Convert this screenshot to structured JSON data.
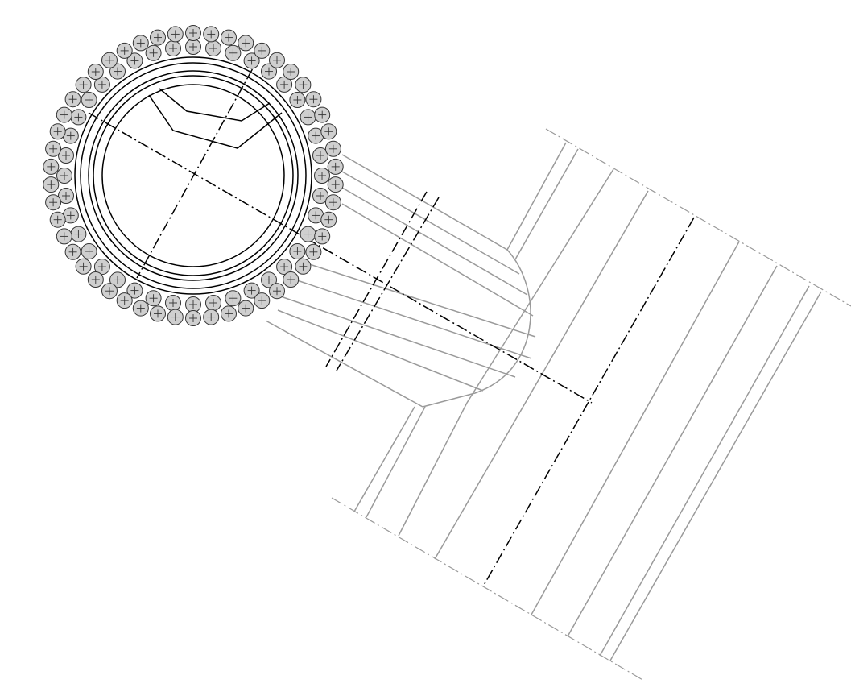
{
  "drawing": {
    "subject": "pipe-branch-connection-technical-drawing",
    "colors": {
      "background": "#ffffff",
      "pipe_edges": "#9a9a9a",
      "pipe_section_lines": "#000000",
      "centerline": "#000000",
      "bead_fill": "#cfcfcf",
      "bead_outline": "#333333"
    },
    "bead_ring_count": 2,
    "bead_count_per_ring": [
      40,
      50
    ]
  }
}
